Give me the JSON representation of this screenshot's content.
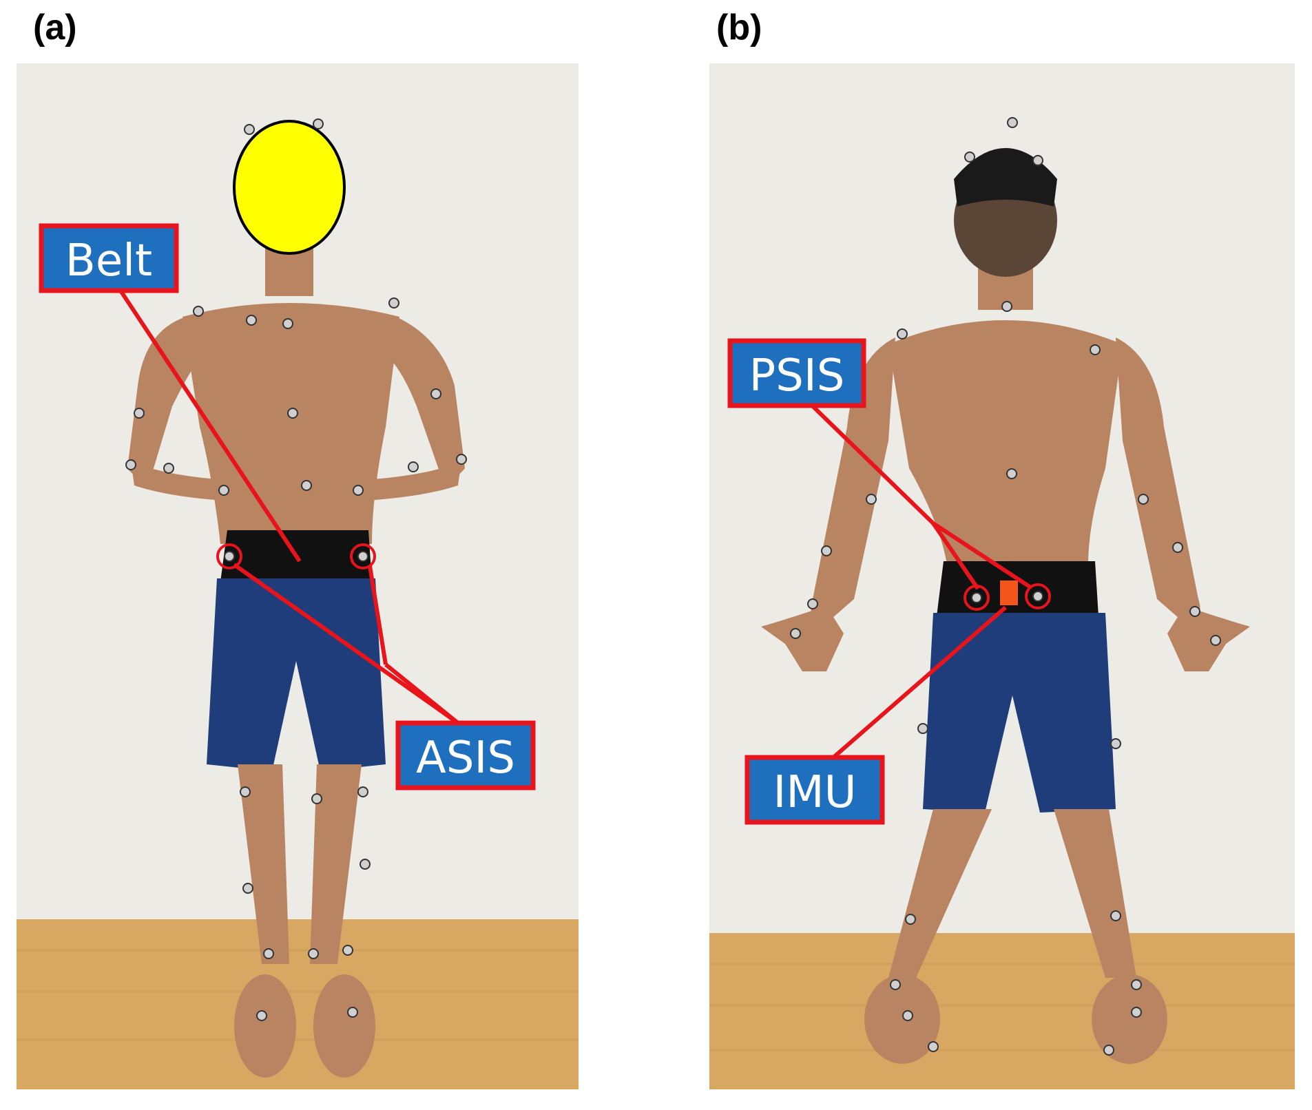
{
  "panels": [
    {
      "label": "(a)",
      "view": "front-view"
    },
    {
      "label": "(b)",
      "view": "back-view"
    }
  ],
  "callouts": {
    "belt": "Belt",
    "asis": "ASIS",
    "psis": "PSIS",
    "imu": "IMU"
  },
  "colors": {
    "callout_fill": "#1f6fbf",
    "callout_border": "#e8141c",
    "leader_line": "#e8141c",
    "face_mask": "#ffff00",
    "wall": "#eceae5",
    "floor": "#d9a965",
    "skin": "#b98462",
    "shorts": "#1f3d7a",
    "belt": "#111111",
    "imu_device": "#f2561b",
    "marker": "#cfcfcf"
  }
}
